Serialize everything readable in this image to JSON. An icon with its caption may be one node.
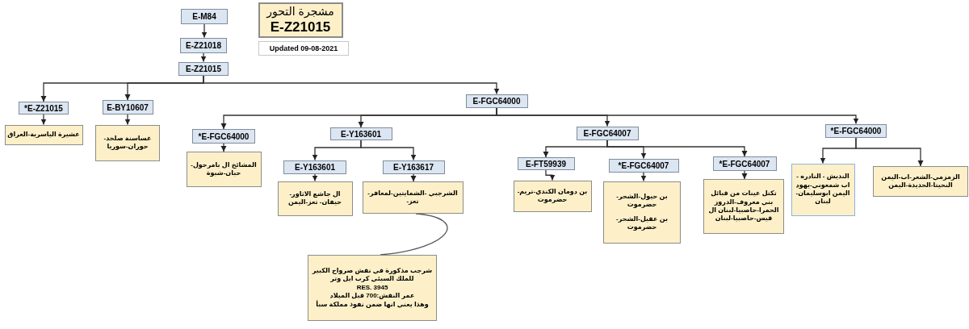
{
  "diagram": {
    "nodes": [
      {
        "text": [
          "E-M84"
        ]
      },
      {
        "text": [
          "E-Z21018"
        ]
      },
      {
        "text": [
          "E-Z21015"
        ]
      },
      {
        "text": [
          "مشجرة التحور",
          "E-Z21015"
        ]
      },
      {
        "text": [
          "Updated 09-08-2021"
        ]
      },
      {
        "text": [
          "*E-Z21015"
        ]
      },
      {
        "text": [
          "E-BY10607"
        ]
      },
      {
        "text": [
          "E-FGC64000"
        ]
      },
      {
        "text": [
          "عشيرة الياسرية-العراق"
        ]
      },
      {
        "text": [
          "غساسنة صلخد- حوران-سوريا"
        ]
      },
      {
        "text": [
          "*E-FGC64000"
        ]
      },
      {
        "text": [
          "E-Y163601"
        ]
      },
      {
        "text": [
          "E-FGC64007"
        ]
      },
      {
        "text": [
          "*E-FGC64000"
        ]
      },
      {
        "text": [
          "المشائخ ال بامرحول- حبان-شبوة"
        ]
      },
      {
        "text": [
          "E-Y163601"
        ]
      },
      {
        "text": [
          "E-Y163617"
        ]
      },
      {
        "text": [
          "ال جاشع الاثاور-حيفان- تعز-اليمن"
        ]
      },
      {
        "text": [
          "الشرجبي -الشمايتين-لمعافر-تعز-"
        ]
      },
      {
        "text": [
          "شرجب مذكورة في نقش صرواح الكبير",
          "للملك السبئي كرب ايل وتر",
          "RES. 3945",
          "عمر النقش:700 قبل الميلاد",
          "وهذا يعني انها ضمن نفوذ مملكة سبأ"
        ]
      },
      {
        "text": [
          "E-FT59939"
        ]
      },
      {
        "text": [
          "*E-FGC64007"
        ]
      },
      {
        "text": [
          "*E-FGC64007"
        ]
      },
      {
        "text": [
          "بن دومان الكندي-تريم- حضرموت"
        ]
      },
      {
        "text": [
          "بن حيول-الشحر- حضرموت",
          "بن عقيل-الشحر- حضرموت"
        ]
      },
      {
        "text": [
          "تكتل عينات من قبائل بني معروف-الدروز الحمرا-حاصبيا-لبنان ال قيس-حاصبيا-لبنان"
        ]
      },
      {
        "text": [
          "النديش - النادره - اب شمعوني-يهود اليمن ابوسليمان- لبنان"
        ]
      },
      {
        "text": [
          "الزمزمي-الشعر-اب-اليمن النحيتا-الحديدة-اليمن"
        ]
      }
    ],
    "edges": [
      {
        "from": 0,
        "to": 1,
        "arrow": "to"
      },
      {
        "from": 1,
        "to": 2,
        "arrow": "to"
      },
      {
        "from": 2,
        "to": 5,
        "arrow": "to"
      },
      {
        "from": 2,
        "to": 6,
        "arrow": "to"
      },
      {
        "from": 2,
        "to": 7,
        "arrow": "to"
      },
      {
        "from": 5,
        "to": 8,
        "arrow": "to"
      },
      {
        "from": 6,
        "to": 9,
        "arrow": "to"
      },
      {
        "from": 7,
        "to": 10,
        "arrow": "to"
      },
      {
        "from": 7,
        "to": 11,
        "arrow": "to"
      },
      {
        "from": 7,
        "to": 12,
        "arrow": "to"
      },
      {
        "from": 7,
        "to": 13,
        "arrow": "to"
      },
      {
        "from": 10,
        "to": 14,
        "arrow": "to"
      },
      {
        "from": 11,
        "to": 15,
        "arrow": "to"
      },
      {
        "from": 11,
        "to": 16,
        "arrow": "to"
      },
      {
        "from": 15,
        "to": 17,
        "arrow": "to"
      },
      {
        "from": 16,
        "to": 18,
        "arrow": "to"
      },
      {
        "from": 18,
        "to": 19,
        "arrow": "none"
      },
      {
        "from": 12,
        "to": 20,
        "arrow": "to"
      },
      {
        "from": 12,
        "to": 21,
        "arrow": "to"
      },
      {
        "from": 12,
        "to": 22,
        "arrow": "to"
      },
      {
        "from": 20,
        "to": 23,
        "arrow": "to"
      },
      {
        "from": 21,
        "to": 24,
        "arrow": "to"
      },
      {
        "from": 22,
        "to": 25,
        "arrow": "to"
      },
      {
        "from": 13,
        "to": 26,
        "arrow": "to"
      },
      {
        "from": 13,
        "to": 27,
        "arrow": "to"
      }
    ]
  }
}
